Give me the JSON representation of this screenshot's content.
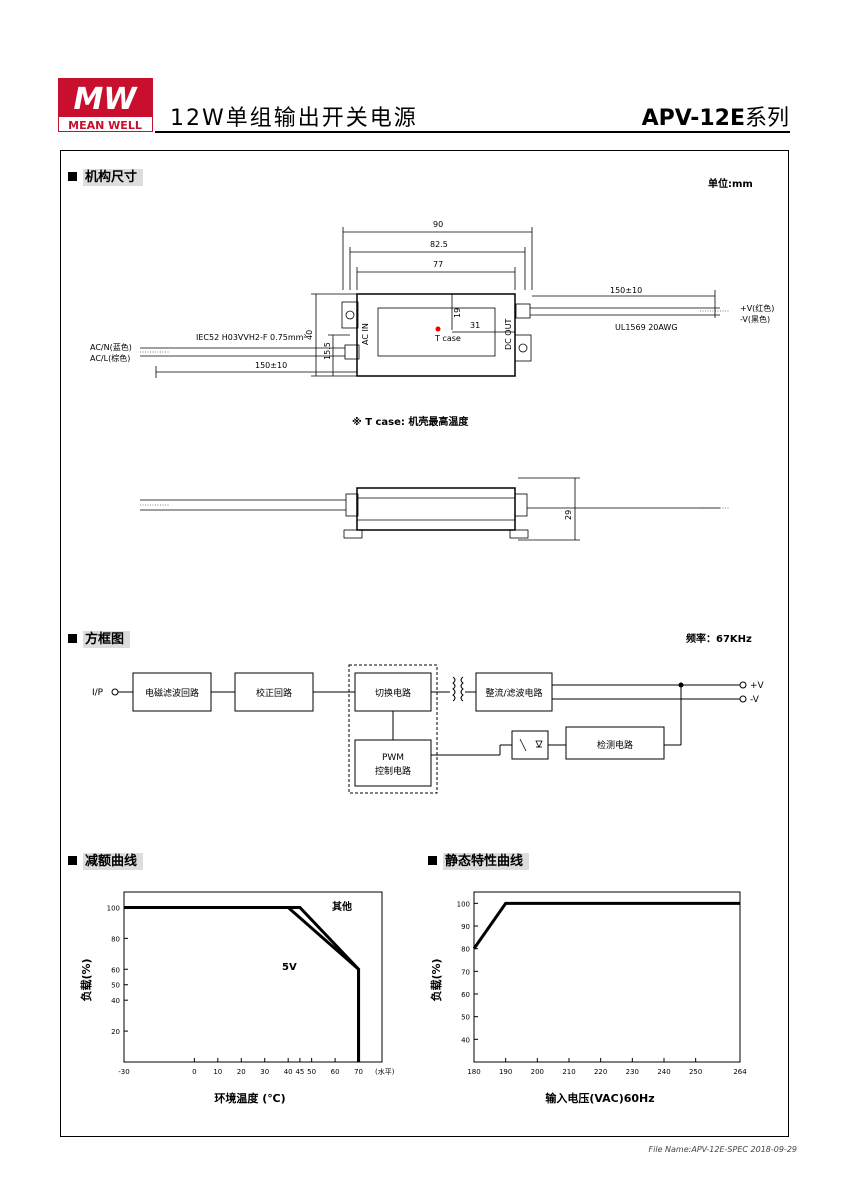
{
  "header": {
    "brand": "MEAN WELL",
    "logo_mark": "MW",
    "title": "12W单组输出开关电源",
    "model": "APV-12E",
    "model_suffix": "系列"
  },
  "mechanical": {
    "section_title": "机构尺寸",
    "unit_note": "单位:mm",
    "dim_90": "90",
    "dim_825": "82.5",
    "dim_77": "77",
    "dim_150_out": "150±10",
    "dim_150_in": "150±10",
    "dim_40": "40",
    "dim_155": "15.5",
    "dim_19": "19",
    "dim_31": "31",
    "dim_29": "29",
    "cable_in": "IEC52 H03VVH2-F  0.75mm²",
    "cable_out": "UL1569  20AWG",
    "acn": "AC/N(蓝色)",
    "acl": "AC/L(棕色)",
    "vplus": "+V(红色)",
    "vminus": "-V(黑色)",
    "ac_in": "AC IN",
    "dc_out": "DC OUT",
    "tcase": "T case",
    "tcase_note": "※ T case: 机壳最高温度"
  },
  "block": {
    "section_title": "方框图",
    "freq_note": "频率：67KHz",
    "ip": "I/P",
    "emi": "电磁滤波回路",
    "rect": "校正回路",
    "switch": "切换电路",
    "out_rect": "整流/滤波电路",
    "detect": "检测电路",
    "pwm1": "PWM",
    "pwm2": "控制电路",
    "vp": "+V",
    "vm": "-V"
  },
  "derating": {
    "section_title": "减额曲线",
    "ylabel": "负载(%)",
    "xlabel": "环境温度 (℃)",
    "x_unit": "(水平)",
    "label_other": "其他",
    "label_5v": "5V",
    "x_ticks": [
      "-30",
      "0",
      "10",
      "20",
      "30",
      "40",
      "45",
      "50",
      "60",
      "70"
    ],
    "y_ticks": [
      "100",
      "80",
      "60",
      "50",
      "40",
      "20"
    ],
    "chart_data": {
      "type": "line",
      "series": [
        {
          "name": "其他",
          "x": [
            -30,
            45,
            70,
            70
          ],
          "y": [
            100,
            100,
            60,
            0
          ]
        },
        {
          "name": "5V",
          "x": [
            -30,
            40,
            70,
            70
          ],
          "y": [
            100,
            100,
            60,
            0
          ]
        }
      ],
      "xlim": [
        -30,
        80
      ],
      "ylim": [
        0,
        110
      ]
    }
  },
  "static": {
    "section_title": "静态特性曲线",
    "ylabel": "负载(%)",
    "xlabel": "输入电压(VAC)60Hz",
    "x_ticks": [
      "180",
      "190",
      "200",
      "210",
      "220",
      "230",
      "240",
      "250",
      "264"
    ],
    "y_ticks": [
      "100",
      "90",
      "80",
      "70",
      "60",
      "50",
      "40"
    ],
    "chart_data": {
      "type": "line",
      "series": [
        {
          "x": [
            180,
            190,
            264
          ],
          "y": [
            80,
            100,
            100
          ]
        }
      ],
      "xlim": [
        180,
        264
      ],
      "ylim": [
        30,
        105
      ]
    }
  },
  "footer": "File Name:APV-12E-SPEC   2018-09-29"
}
